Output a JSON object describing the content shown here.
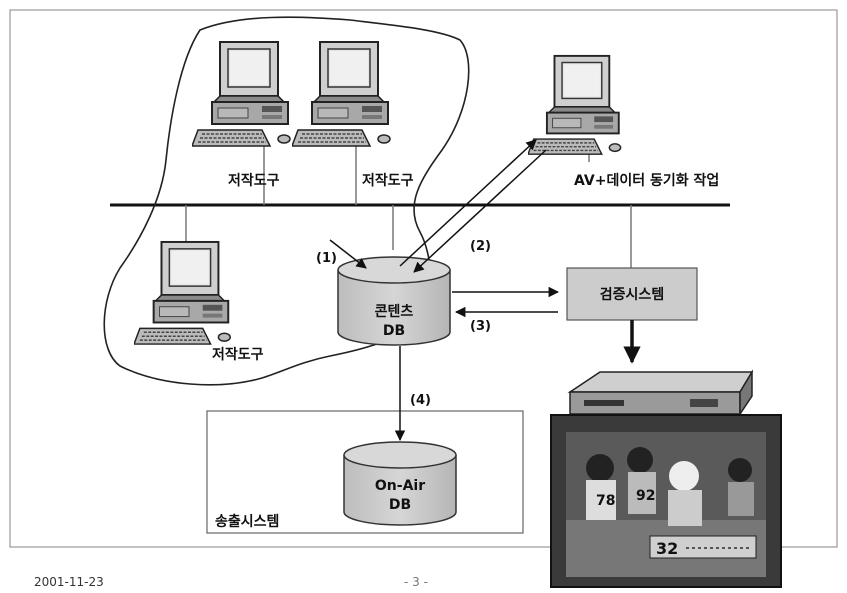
{
  "nodes": {
    "tool1": "저작도구",
    "tool2": "저작도구",
    "tool3": "저작도구",
    "av_sync": "AV+데이터 동기화 작업",
    "content_db_line1": "콘텐츠",
    "content_db_line2": "DB",
    "verify_system": "검증시스템",
    "onair_db_line1": "On-Air",
    "onair_db_line2": "DB",
    "broadcast_system": "송출시스템"
  },
  "flows": {
    "f1": "(1)",
    "f2": "(2)",
    "f3": "(3)",
    "f4": "(4)"
  },
  "tv_score": "32",
  "footer": {
    "date": "2001-11-23",
    "page": "- 3 -"
  }
}
